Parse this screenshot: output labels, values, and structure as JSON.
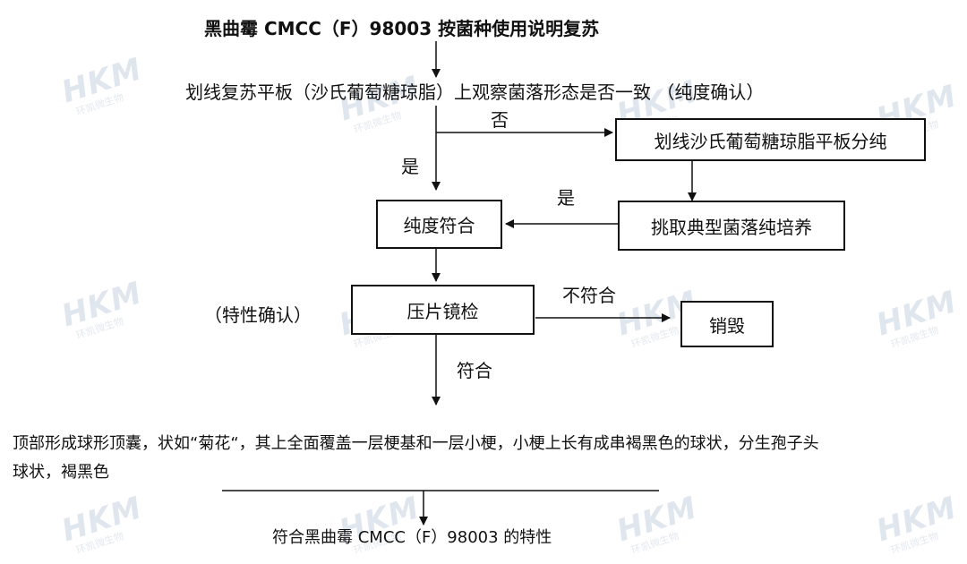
{
  "title": "黑曲霉 CMCC（F）98003 按菌种使用说明复苏",
  "step1": "划线复苏平板（沙氏葡萄糖琼脂）上观察菌落形态是否一致 （纯度确认）",
  "label_no": "否",
  "label_yes_down": "是",
  "box_streak": "划线沙氏葡萄糖琼脂平板分纯",
  "label_yes_back": "是",
  "box_pick": "挑取典型菌落纯培养",
  "box_purity": "纯度符合",
  "box_tablet": "压片镜检",
  "label_trait": "（特性确认）",
  "label_not_match": "不符合",
  "box_destroy": "销毁",
  "label_match": "符合",
  "description_line1": "顶部形成球形顶囊，状如“菊花“，其上全面覆盖一层梗基和一层小梗，小梗上长有成串褐黑色的球状，分生孢子头",
  "description_line2": "球状，褐黑色",
  "conclusion": "符合黑曲霉 CMCC（F）98003 的特性",
  "watermark": {
    "logo_text": "HKM",
    "cn_text": "环凯微生物",
    "color": "#dfe6ee"
  }
}
